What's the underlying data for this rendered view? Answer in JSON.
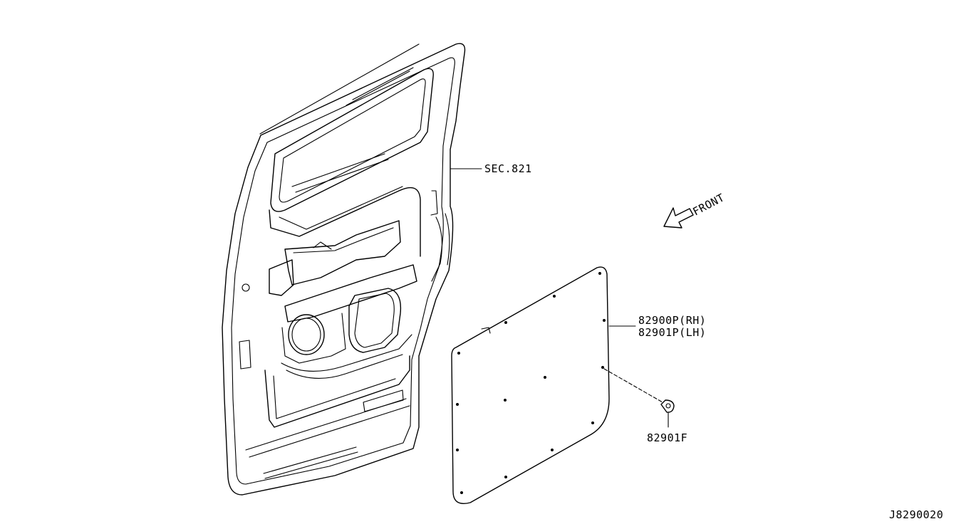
{
  "labels": {
    "section_ref": "SEC.821",
    "front_direction": "FRONT",
    "part_rh": "82900P(RH)",
    "part_lh": "82901P(LH)",
    "part_clip": "82901F",
    "diagram_id": "J8290020"
  },
  "colors": {
    "line": "#000000",
    "background": "#ffffff"
  }
}
